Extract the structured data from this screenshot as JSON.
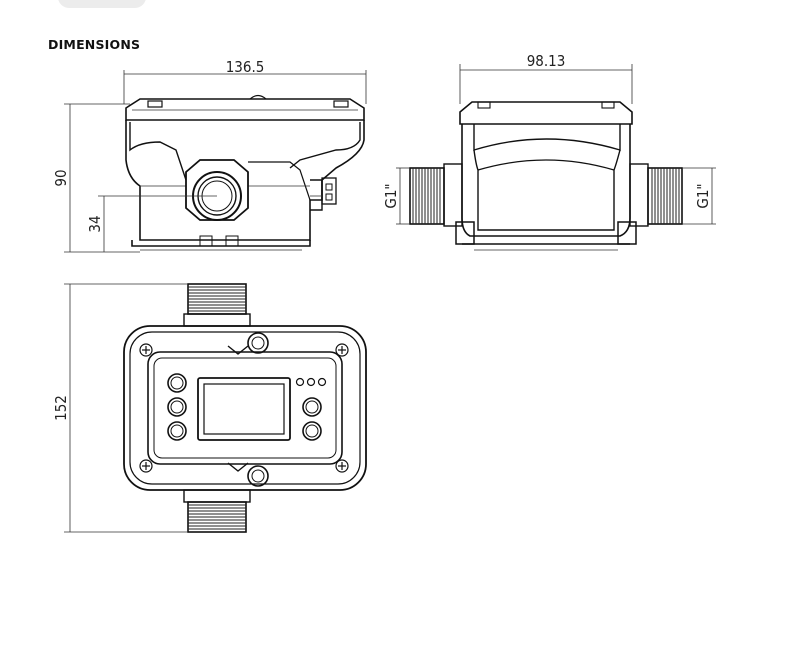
{
  "heading": "DIMENSIONS",
  "dimensions": {
    "width_front": "136.5",
    "width_side": "98.13",
    "height_total": "90",
    "height_inlet": "34",
    "thread_left": "G1\"",
    "thread_right": "G1\"",
    "length_top": "152"
  }
}
